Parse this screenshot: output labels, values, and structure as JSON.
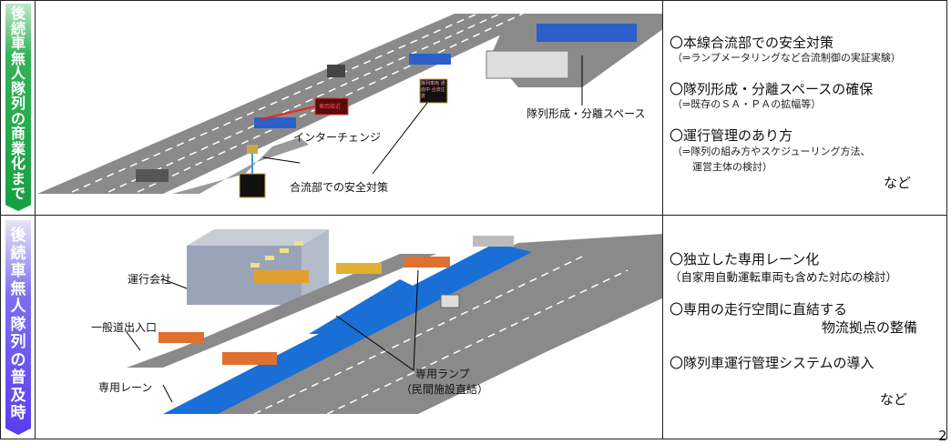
{
  "sections": [
    {
      "tab_label": "後続車無人隊列の商業化まで",
      "diagram_labels": {
        "interchange": "インターチェンジ",
        "merge_safety": "合流部での安全対策",
        "platoon_space": "隊列形成・分離スペース",
        "sign_text": "隊列車両 通過中 合流注意",
        "red_sign_text": "車両接近"
      },
      "points": [
        {
          "heading": "〇本線合流部での安全対策",
          "sub": [
            "（⇒ランプメータリングなど合流制御の実証実験）"
          ]
        },
        {
          "heading": "〇隊列形成・分離スペースの確保",
          "sub": [
            "（⇒既存のＳＡ・ＰＡの拡幅等）"
          ]
        },
        {
          "heading": "〇運行管理のあり方",
          "sub": [
            "（⇒隊列の組み方やスケジューリング方法、",
            "運営主体の検討）"
          ]
        }
      ],
      "etc": "など"
    },
    {
      "tab_label": "後続車無人隊列の普及時",
      "diagram_labels": {
        "operator": "運行会社",
        "general_road": "一般道出入口",
        "dedicated_lane": "専用レーン",
        "dedicated_ramp": "専用ランプ",
        "ramp_note": "（民間施設直結）"
      },
      "points": [
        {
          "heading": "〇独立した専用レーン化",
          "sub": [
            "（自家用自動運転車両も含めた対応の検討）"
          ]
        },
        {
          "heading": "〇専用の走行空間に直結する",
          "sub": [
            "物流拠点の整備"
          ]
        },
        {
          "heading": "〇隊列車運行管理システムの導入",
          "sub": []
        }
      ],
      "etc": "など"
    }
  ],
  "page_number": "2",
  "colors": {
    "tab1": "#16a043",
    "tab2": "#5a3cf2",
    "lane": "#1a6fd6",
    "road": "#8a8a8a"
  }
}
